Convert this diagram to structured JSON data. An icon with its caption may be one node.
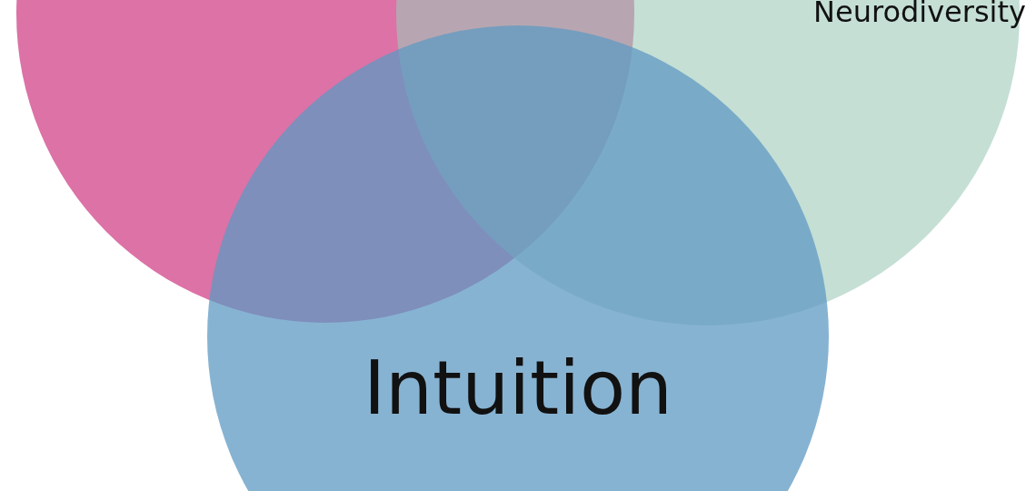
{
  "diagram": {
    "nodes": [
      {
        "text": [],
        "shape": "circle"
      },
      {
        "text": [
          "Neurodiversity"
        ]
      },
      {
        "text": [
          "Intuition"
        ]
      }
    ]
  }
}
